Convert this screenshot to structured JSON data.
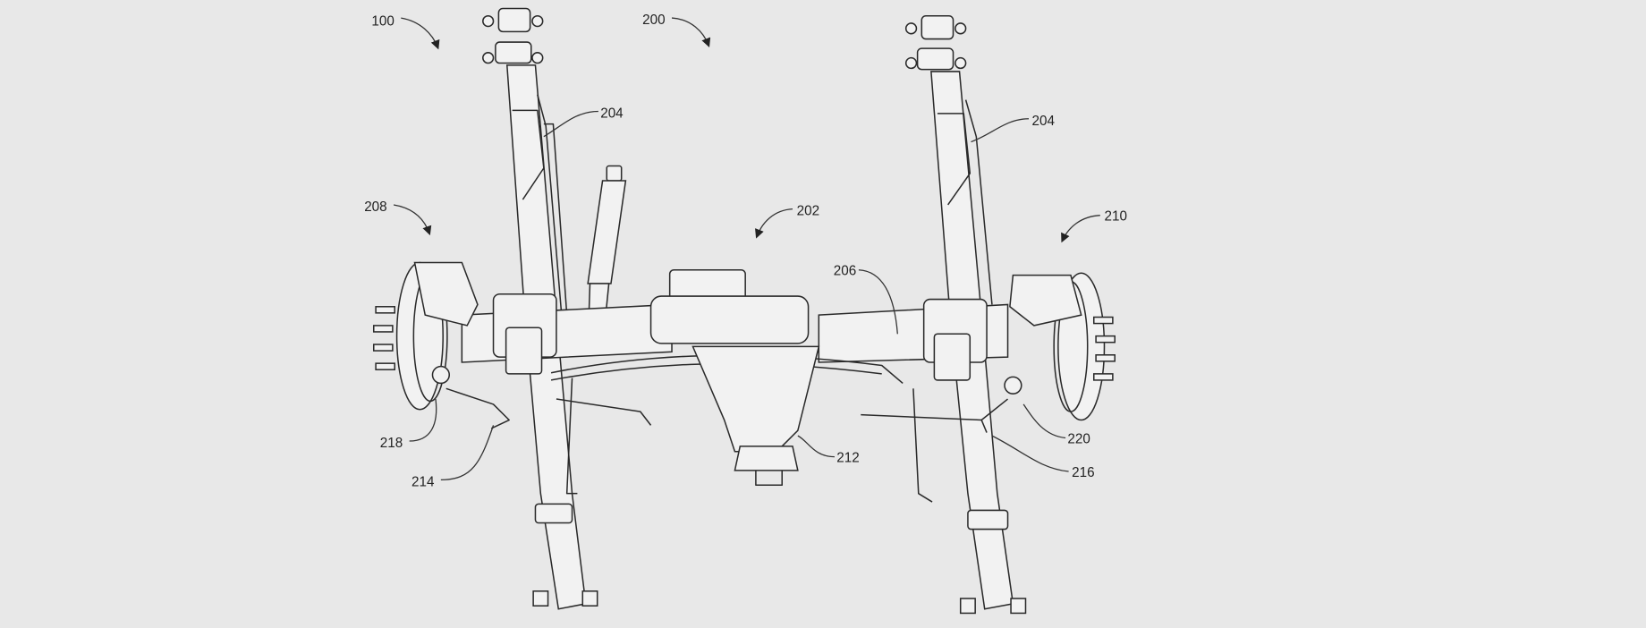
{
  "figure": {
    "labels": {
      "l100": "100",
      "l200": "200",
      "l204a": "204",
      "l204b": "204",
      "l208": "208",
      "l202": "202",
      "l210": "210",
      "l206": "206",
      "l218": "218",
      "l214": "214",
      "l212": "212",
      "l220": "220",
      "l216": "216"
    },
    "colors": {
      "background": "#e8e8e8",
      "line": "#2a2a2a"
    }
  }
}
